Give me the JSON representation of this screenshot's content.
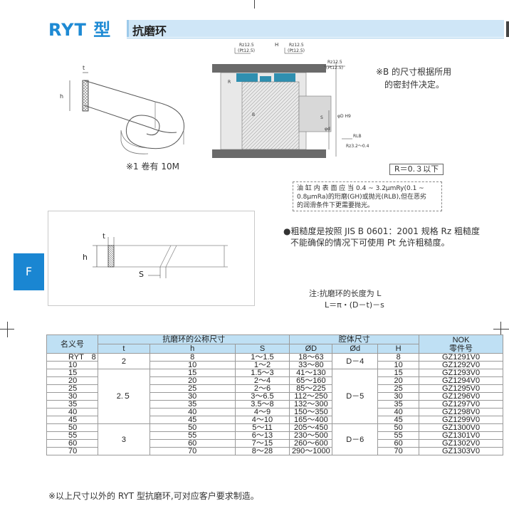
{
  "header": {
    "model": "RYT 型",
    "product": "抗磨环"
  },
  "side_tab": "F",
  "notes": {
    "coil": "※1 卷有 10M",
    "b_size_line1": "※B 的尺寸根据所用",
    "b_size_line2": "的密封件决定。",
    "r_value": "R＝0.３以下",
    "finish_line1": "油 缸 内 表 面 应 当  0.4 ~ 3.2μmRy(0.1 ~",
    "finish_line2": "0.8μmRa)的珩磨(GH)或抛光(RLB),但在恶劣",
    "finish_line3": "的润滑条件下更需要抛光。",
    "roughness_line1": "●粗糙度是按照 JIS B 0601：2001 规格 Rz 粗糙度",
    "roughness_line2": "不能确保的情况下可使用 Pt 允许粗糙度。",
    "length_line1": "注:抗磨环的长度为 L",
    "length_line2": "L＝π・(D－t)－s"
  },
  "drawing_labels": {
    "t": "t",
    "h": "h",
    "s": "S",
    "ph": "φD",
    "rz1": "Rz12.5",
    "pt1": "(Pt12.5)",
    "rz2": "Rz12.5",
    "pt2": "(Pt12.5)",
    "rz3": "Rz12.5",
    "pt3": "(Pt12.5)",
    "rlb": "RLB",
    "rz4": "Rz3.2～0.4",
    "r": "R",
    "b": "B",
    "s_d": "S",
    "phid": "φd",
    "phid9": "φD H9",
    "h_top": "H"
  },
  "table": {
    "headers": {
      "name": "名义号",
      "ring_group": "抗磨环的公称尺寸",
      "cavity_group": "腔体尺寸",
      "nok_line1": "NOK",
      "nok_line2": "零件号",
      "t": "t",
      "h": "h",
      "s": "S",
      "D": "ØD",
      "d": "Ød",
      "H": "H"
    },
    "rows": [
      {
        "name": "RYT　8",
        "h": "8",
        "s": "1～1.5",
        "D": "18～63",
        "H": "8",
        "part": "GZ1291V0"
      },
      {
        "name": "10",
        "h": "10",
        "s": "1～2",
        "D": "33～80",
        "H": "10",
        "part": "GZ1292V0"
      },
      {
        "name": "15",
        "h": "15",
        "s": "1.5～3",
        "D": "41～130",
        "H": "15",
        "part": "GZ1293V0"
      },
      {
        "name": "20",
        "h": "20",
        "s": "2～4",
        "D": "65～160",
        "H": "20",
        "part": "GZ1294V0"
      },
      {
        "name": "25",
        "h": "25",
        "s": "2～6",
        "D": "85～225",
        "H": "25",
        "part": "GZ1295V0"
      },
      {
        "name": "30",
        "h": "30",
        "s": "3～6.5",
        "D": "112～250",
        "H": "30",
        "part": "GZ1296V0"
      },
      {
        "name": "35",
        "h": "35",
        "s": "3.5～8",
        "D": "132～300",
        "H": "35",
        "part": "GZ1297V0"
      },
      {
        "name": "40",
        "h": "40",
        "s": "4～9",
        "D": "150～350",
        "H": "40",
        "part": "GZ1298V0"
      },
      {
        "name": "45",
        "h": "45",
        "s": "4～10",
        "D": "165～400",
        "H": "45",
        "part": "GZ1299V0"
      },
      {
        "name": "50",
        "h": "50",
        "s": "5～11",
        "D": "205～450",
        "H": "50",
        "part": "GZ1300V0"
      },
      {
        "name": "55",
        "h": "55",
        "s": "6～13",
        "D": "230～500",
        "H": "55",
        "part": "GZ1301V0"
      },
      {
        "name": "60",
        "h": "60",
        "s": "7～15",
        "D": "260～600",
        "H": "60",
        "part": "GZ1302V0"
      },
      {
        "name": "70",
        "h": "70",
        "s": "8～28",
        "D": "290～1000",
        "H": "70",
        "part": "GZ1303V0"
      }
    ],
    "t_groups": [
      "2",
      "2.５",
      "3"
    ],
    "d_groups": [
      "D－4",
      "D－5",
      "D－6"
    ]
  },
  "footer": "※以上尺寸以外的 RYT 型抗磨环,可对应客户要求制造。"
}
